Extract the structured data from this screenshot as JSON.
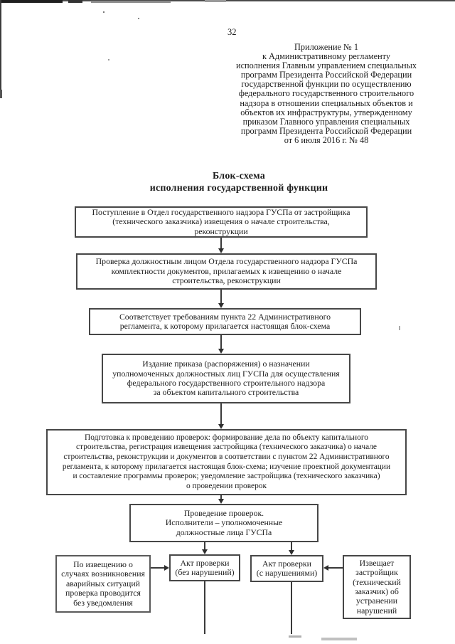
{
  "page": {
    "number": "32"
  },
  "appendix_note": {
    "lines": [
      "Приложение № 1",
      "к Административному регламенту",
      "исполнения Главным управлением специальных",
      "программ Президента Российской Федерации",
      "государственной функции по осуществлению",
      "федерального государственного строительного",
      "надзора в отношении специальных объектов и",
      "объектов их инфраструктуры, утвержденному",
      "приказом Главного управления специальных",
      "программ Президента Российской Федерации",
      "от 6 июля 2016 г. № 48"
    ]
  },
  "title": {
    "lines": [
      "Блок-схема",
      "исполнения государственной функции"
    ]
  },
  "flowchart": {
    "notice_receipt": {
      "lines": [
        "Поступление в Отдел государственного надзора ГУСПа от застройщика",
        "(технического заказчика) извещения о начале строительства,",
        "реконструкции"
      ]
    },
    "completeness_check": {
      "lines": [
        "Проверка должностным лицом Отдела государственного надзора ГУСПа",
        "комплектности документов, прилагаемых к извещению о начале",
        "строительства, реконструкции"
      ]
    },
    "compliance": {
      "lines": [
        "Соответствует требованиям пункта 22 Административного",
        "регламента, к которому прилагается настоящая блок-схема"
      ]
    },
    "order_issue": {
      "lines": [
        "Издание приказа (распоряжения) о назначении",
        "уполномоченных должностных лиц ГУСПа для осуществления",
        "федерального государственного строительного надзора",
        "за объектом капитального строительства"
      ]
    },
    "inspection_prep": {
      "lines": [
        "Подготовка к проведению проверок: формирование дела по объекту капитального",
        "строительства, регистрация извещения застройщика (технического заказчика) о начале",
        "строительства, реконструкции и документов в соответствии с пунктом 22 Административного",
        "регламента, к которому прилагается настоящая блок-схема; изучение проектной документации",
        "и составление программы проверок; уведомление застройщика (технического заказчика)",
        "о проведении проверок"
      ]
    },
    "inspections": {
      "lines": [
        "Проведение проверок.",
        "Исполнители – уполномоченные",
        "должностные лица ГУСПа"
      ]
    },
    "emergency_notice": {
      "lines": [
        "По извещению о",
        "случаях возникновения",
        "аварийных ситуаций",
        "проверка проводится",
        "без уведомления"
      ]
    },
    "act_no_violations": {
      "lines": [
        "Акт проверки",
        "(без нарушений)"
      ]
    },
    "act_with_violations": {
      "lines": [
        "Акт проверки",
        "(с нарушениями)"
      ]
    },
    "developer_notifies": {
      "lines": [
        "Извещает",
        "застройщик",
        "(технический",
        "заказчик) об",
        "устранении",
        "нарушений"
      ]
    }
  },
  "colors": {
    "ink": "#1c1c1c",
    "box_border": "#474747",
    "paper": "#ffffff"
  }
}
